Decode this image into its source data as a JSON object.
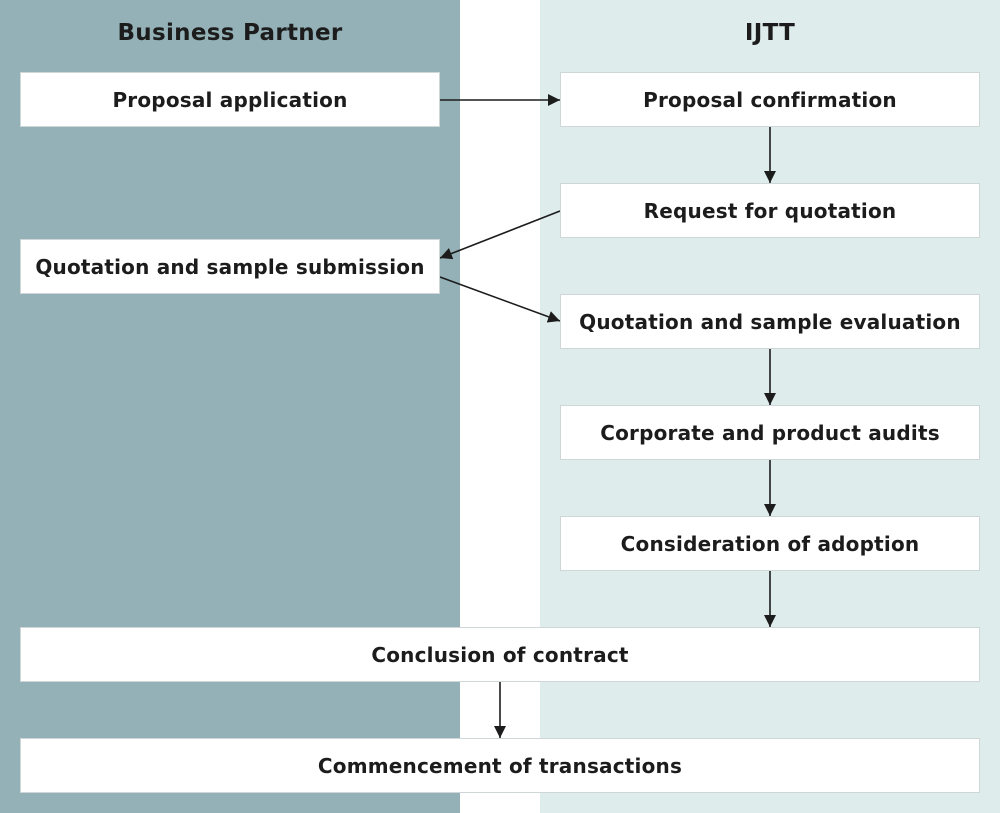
{
  "colors": {
    "left_lane": "#93b1b6",
    "right_lane": "#dfecec",
    "gap": "#ffffff",
    "box": "#ffffff",
    "arrow": "#1c1c1c"
  },
  "lanes": {
    "left_title": "Business Partner",
    "right_title": "IJTT"
  },
  "steps": {
    "proposal_application": "Proposal application",
    "proposal_confirmation": "Proposal confirmation",
    "request_for_quotation": "Request for quotation",
    "quotation_submission": "Quotation and sample submission",
    "quotation_evaluation": "Quotation and sample evaluation",
    "audits": "Corporate and product audits",
    "consideration": "Consideration of adoption",
    "contract": "Conclusion of contract",
    "commencement": "Commencement of transactions"
  }
}
